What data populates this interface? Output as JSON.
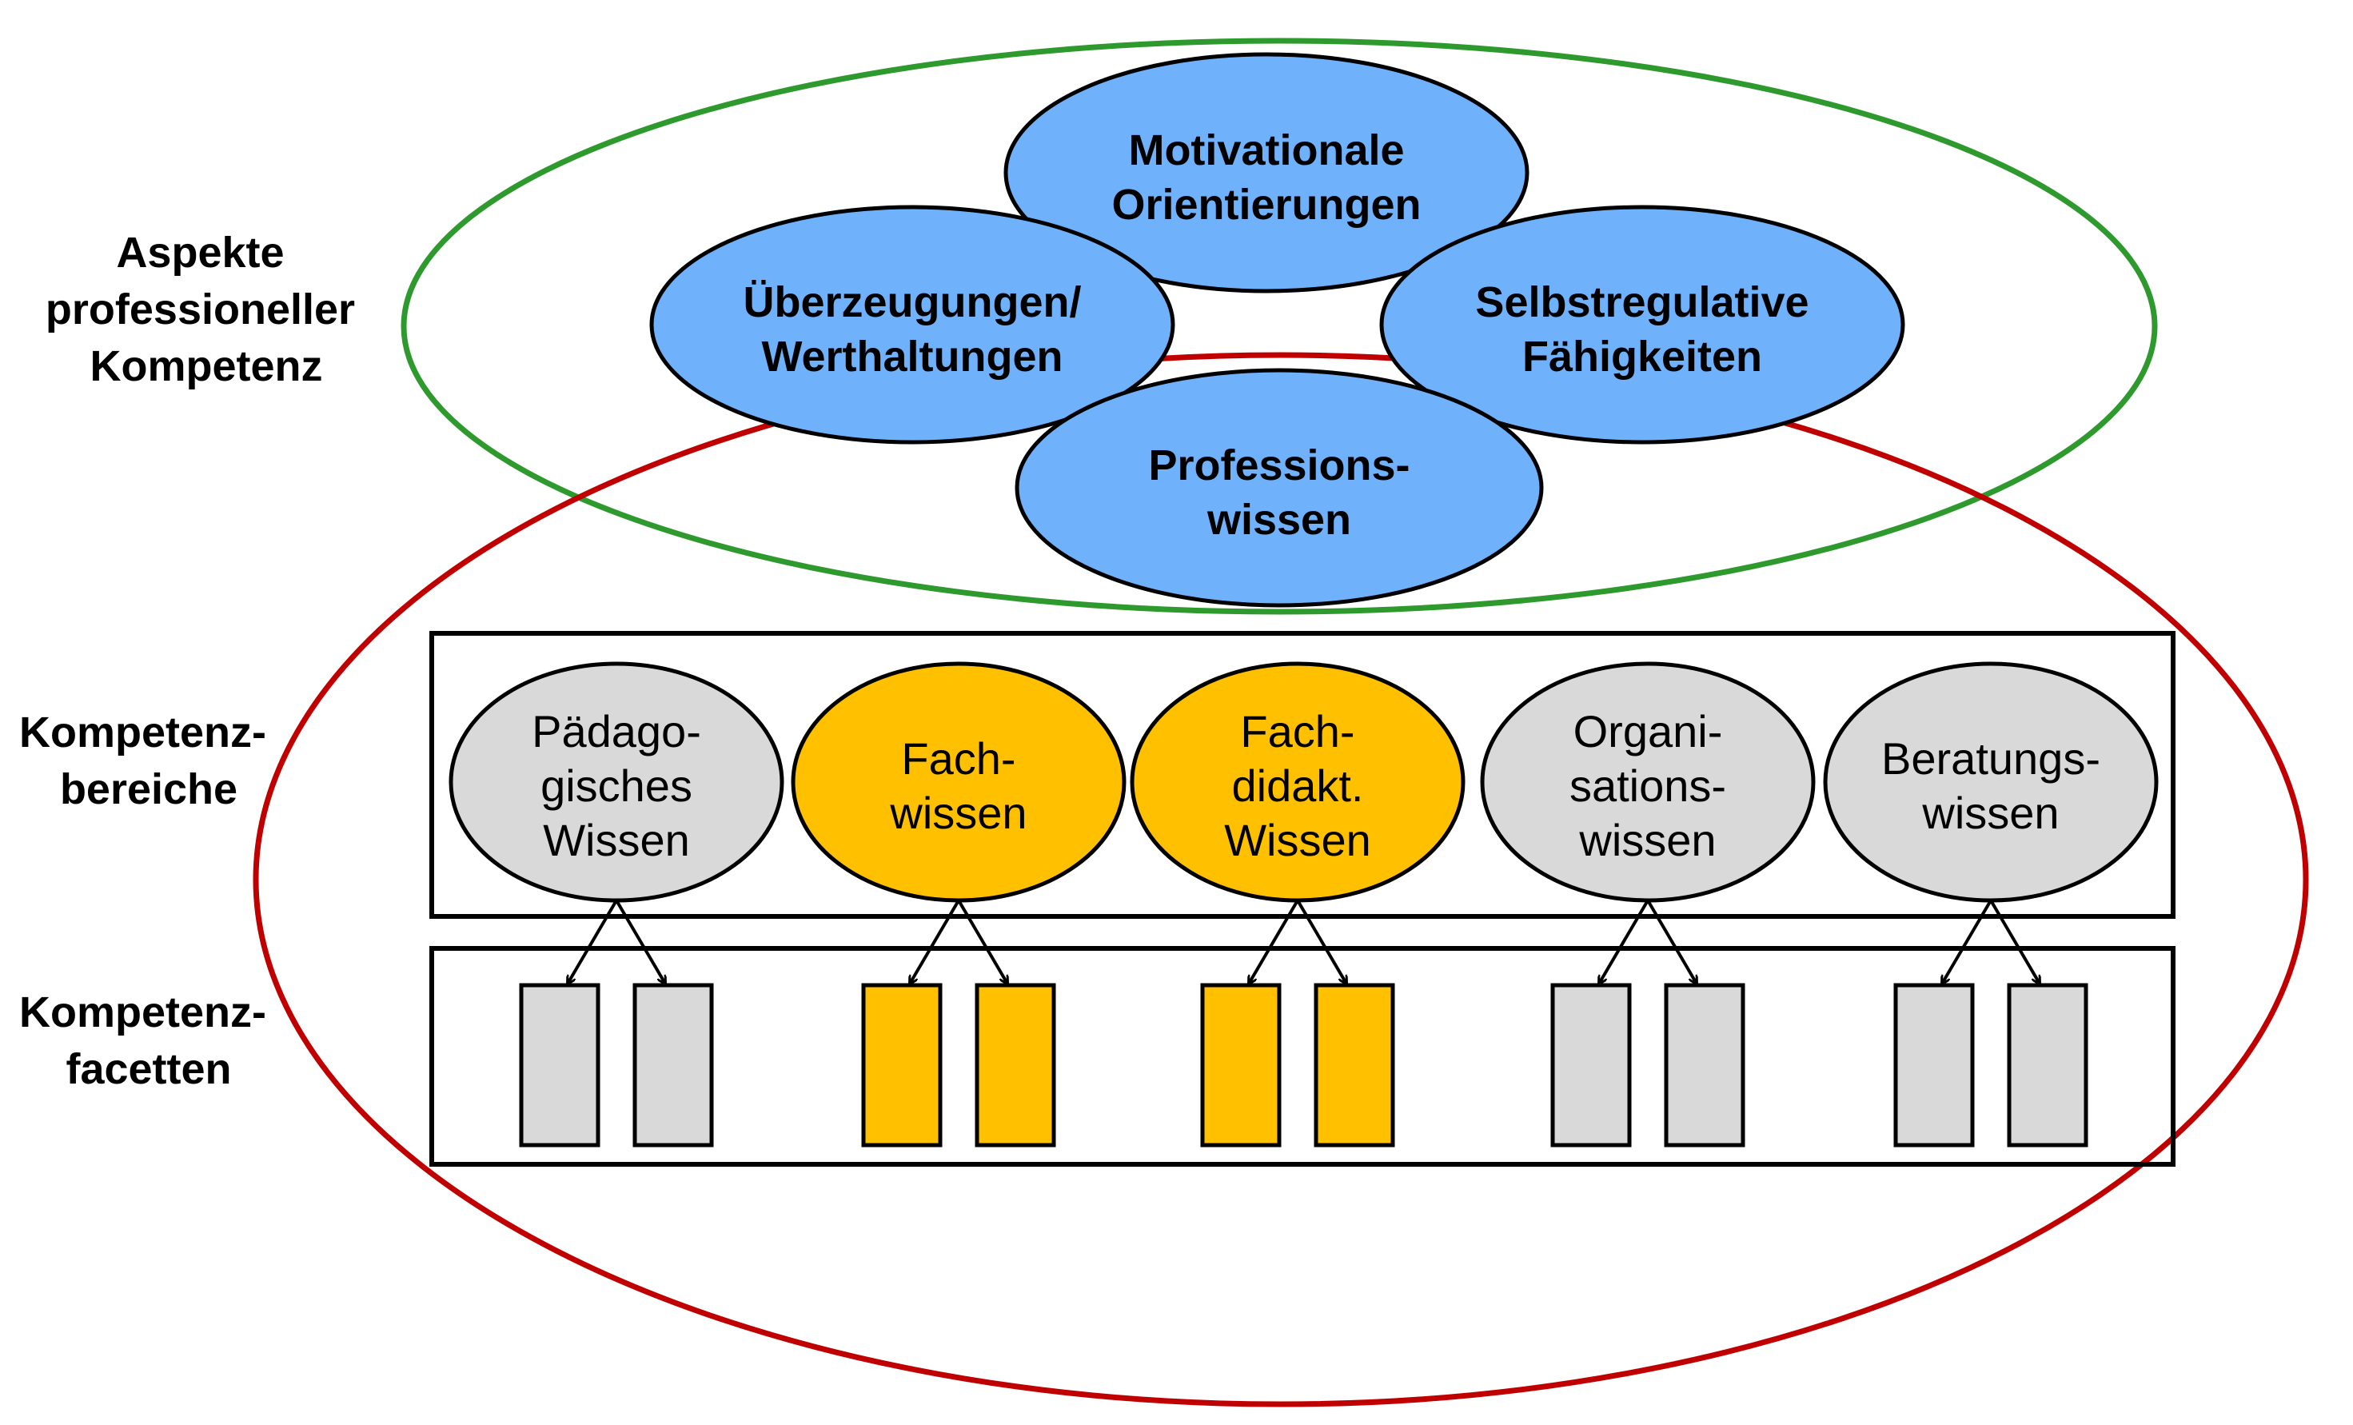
{
  "colors": {
    "outer_green": "#2e9a2e",
    "outer_red": "#c00000",
    "blue_fill": "#6fb1fb",
    "orange_fill": "#ffc000",
    "grey_fill": "#d9d9d9",
    "stroke": "#000000"
  },
  "side_labels": {
    "aspekte": [
      "Aspekte",
      "professioneller",
      "Kompetenz"
    ],
    "bereiche": [
      "Kompetenz-",
      "bereiche"
    ],
    "facetten": [
      "Kompetenz-",
      "facetten"
    ]
  },
  "aspects": [
    {
      "lines": [
        "Motivationale",
        "Orientierungen"
      ]
    },
    {
      "lines": [
        "Überzeugungen/",
        "Werthaltungen"
      ]
    },
    {
      "lines": [
        "Selbstregulative",
        "Fähigkeiten"
      ]
    },
    {
      "lines": [
        "Professions-",
        "wissen"
      ]
    }
  ],
  "areas": [
    {
      "lines": [
        "Pädago-",
        "gisches",
        "Wissen"
      ],
      "color": "grey"
    },
    {
      "lines": [
        "Fach-",
        "wissen"
      ],
      "color": "orange"
    },
    {
      "lines": [
        "Fach-",
        "didakt.",
        "Wissen"
      ],
      "color": "orange"
    },
    {
      "lines": [
        "Organi-",
        "sations-",
        "wissen"
      ],
      "color": "grey"
    },
    {
      "lines": [
        "Beratungs-",
        "wissen"
      ],
      "color": "grey"
    }
  ],
  "facets_per_area": 2
}
